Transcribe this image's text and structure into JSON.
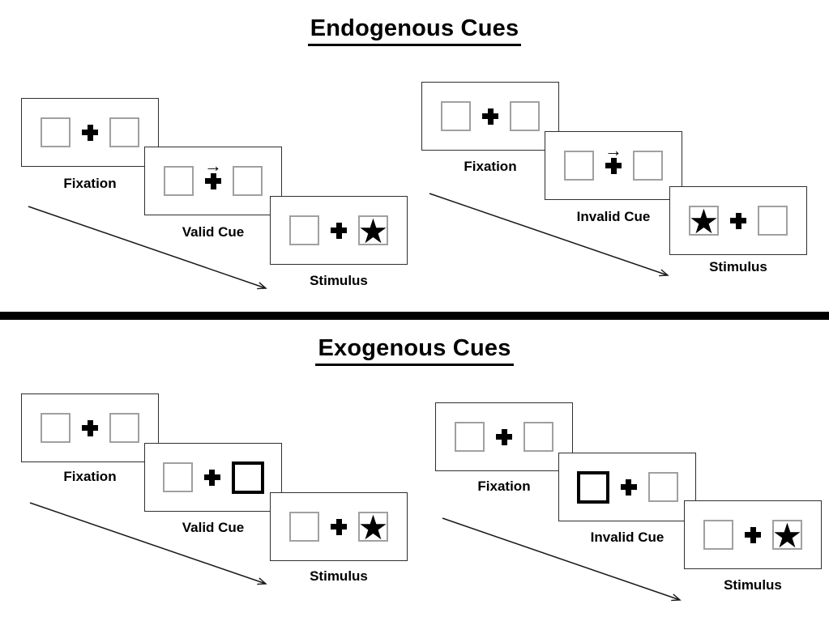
{
  "colors": {
    "ink": "#000000",
    "card_border": "#2f2f2f",
    "placeholder_box_border": "#a0a0a0"
  },
  "symbols": {
    "star": "★",
    "cue_arrow": "→",
    "fixation_cross": "+"
  },
  "sections": [
    {
      "title": "Endogenous Cues",
      "panels": [
        {
          "condition": "valid",
          "cue_kind": "central-arrow-above-fixation",
          "cue_direction": "right",
          "star_side": "right",
          "labels": {
            "fixation": "Fixation",
            "cue": "Valid Cue",
            "stimulus": "Stimulus"
          }
        },
        {
          "condition": "invalid",
          "cue_kind": "central-arrow-above-fixation",
          "cue_direction": "right",
          "star_side": "left",
          "labels": {
            "fixation": "Fixation",
            "cue": "Invalid Cue",
            "stimulus": "Stimulus"
          }
        }
      ]
    },
    {
      "title": "Exogenous Cues",
      "panels": [
        {
          "condition": "valid",
          "cue_kind": "peripheral-bold-box",
          "cue_side": "right",
          "star_side": "right",
          "labels": {
            "fixation": "Fixation",
            "cue": "Valid Cue",
            "stimulus": "Stimulus"
          }
        },
        {
          "condition": "invalid",
          "cue_kind": "peripheral-bold-box",
          "cue_side": "left",
          "star_side": "right",
          "labels": {
            "fixation": "Fixation",
            "cue": "Invalid Cue",
            "stimulus": "Stimulus"
          }
        }
      ]
    }
  ]
}
